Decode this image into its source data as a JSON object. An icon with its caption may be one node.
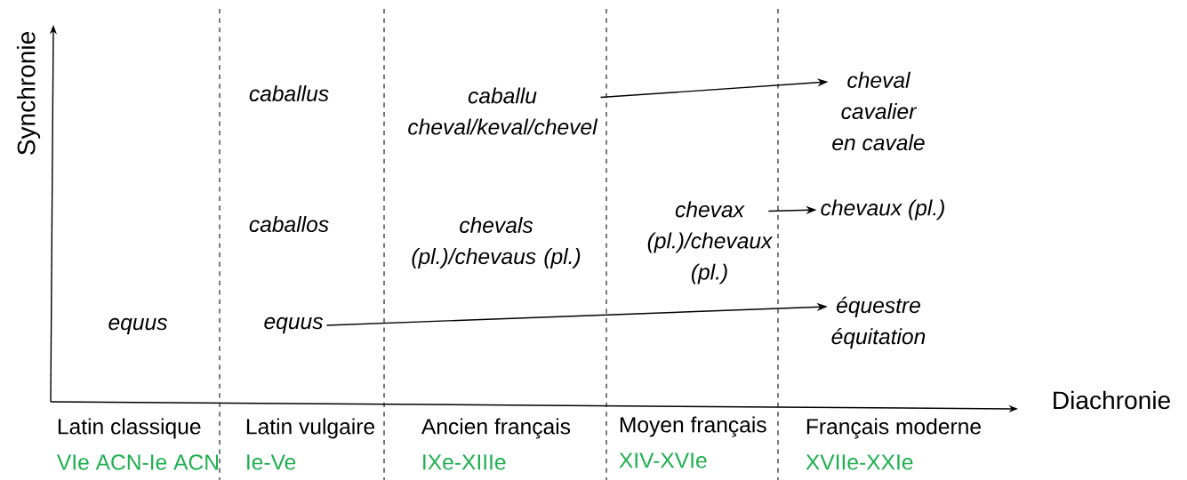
{
  "diagram": {
    "nodes": [
      {
        "text": [
          "caballu",
          "cheval/keval/chevel"
        ]
      },
      {
        "text": [
          "cheval",
          "cavalier",
          "en cavale"
        ]
      },
      {
        "text": [
          "chevax (pl.)/chevaux (pl.)"
        ]
      },
      {
        "text": [
          "chevaux (pl.)"
        ]
      },
      {
        "text": [
          "equus"
        ]
      },
      {
        "text": [
          "équestre",
          "équitation"
        ]
      }
    ],
    "edges": [
      {
        "from": 0,
        "to": 1,
        "arrow": "to"
      },
      {
        "from": 2,
        "to": 3,
        "arrow": "to"
      },
      {
        "from": 4,
        "to": 5,
        "arrow": "to"
      }
    ],
    "labels": [
      "Synchronie",
      "caballus",
      "caballos",
      "chevals (pl.)/chevaus (pl.)",
      "equus",
      "Diachronie",
      "Latin classique",
      "Latin vulgaire",
      "Ancien français",
      "Moyen français",
      "Français moderne",
      "VIe ACN-Ie ACN",
      "Ie-Ve",
      "IXe-XIIIe",
      "XIV-XVIe",
      "XVIIe-XXIe"
    ]
  }
}
